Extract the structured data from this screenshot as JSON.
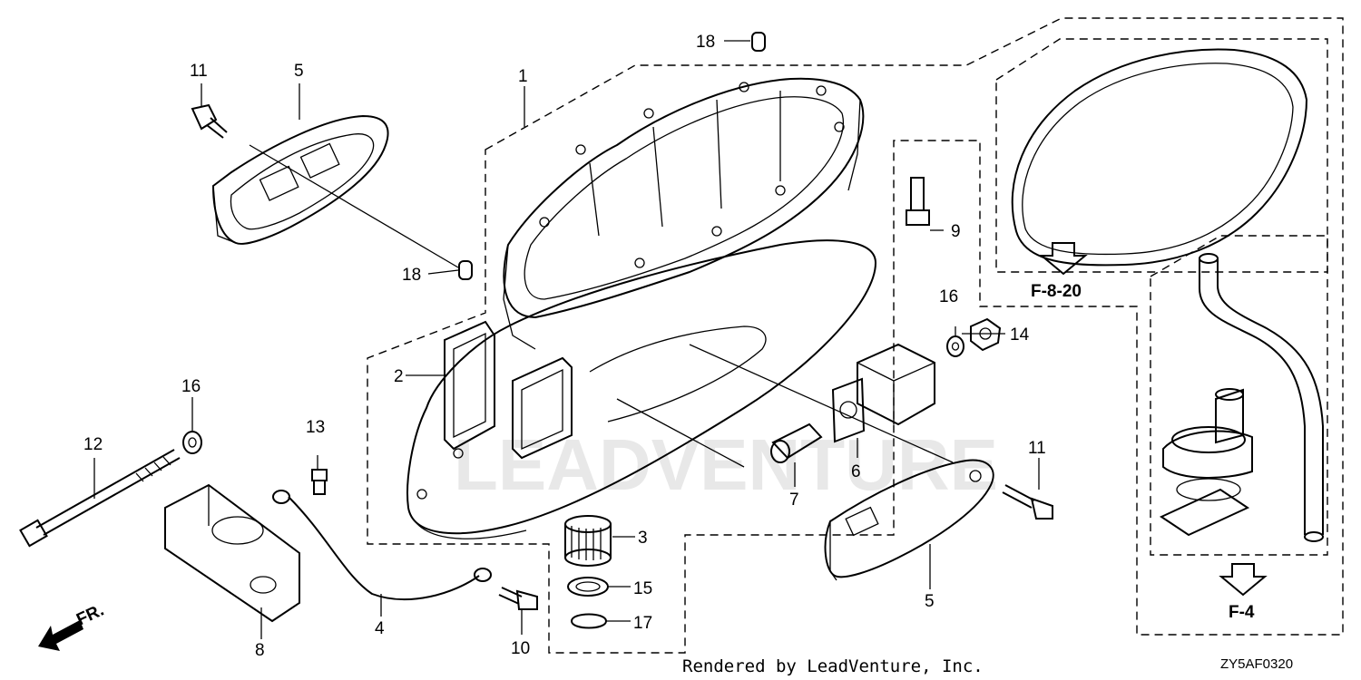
{
  "callouts": [
    {
      "id": "c1",
      "text": "1"
    },
    {
      "id": "c2",
      "text": "2"
    },
    {
      "id": "c3",
      "text": "3"
    },
    {
      "id": "c4",
      "text": "4"
    },
    {
      "id": "c5a",
      "text": "5"
    },
    {
      "id": "c5b",
      "text": "5"
    },
    {
      "id": "c6",
      "text": "6"
    },
    {
      "id": "c7",
      "text": "7"
    },
    {
      "id": "c8",
      "text": "8"
    },
    {
      "id": "c9",
      "text": "9"
    },
    {
      "id": "c10",
      "text": "10"
    },
    {
      "id": "c11a",
      "text": "11"
    },
    {
      "id": "c11b",
      "text": "11"
    },
    {
      "id": "c12",
      "text": "12"
    },
    {
      "id": "c13",
      "text": "13"
    },
    {
      "id": "c14",
      "text": "14"
    },
    {
      "id": "c15",
      "text": "15"
    },
    {
      "id": "c16a",
      "text": "16"
    },
    {
      "id": "c16b",
      "text": "16"
    },
    {
      "id": "c17",
      "text": "17"
    },
    {
      "id": "c18a",
      "text": "18"
    },
    {
      "id": "c18b",
      "text": "18"
    }
  ],
  "references": [
    {
      "id": "ref1",
      "text": "F-8-20"
    },
    {
      "id": "ref2",
      "text": "F-4"
    }
  ],
  "direction_label": "FR.",
  "footer": "Rendered by LeadVenture, Inc.",
  "diagram_code": "ZY5AF0320",
  "watermark": "LEADVENTURE"
}
